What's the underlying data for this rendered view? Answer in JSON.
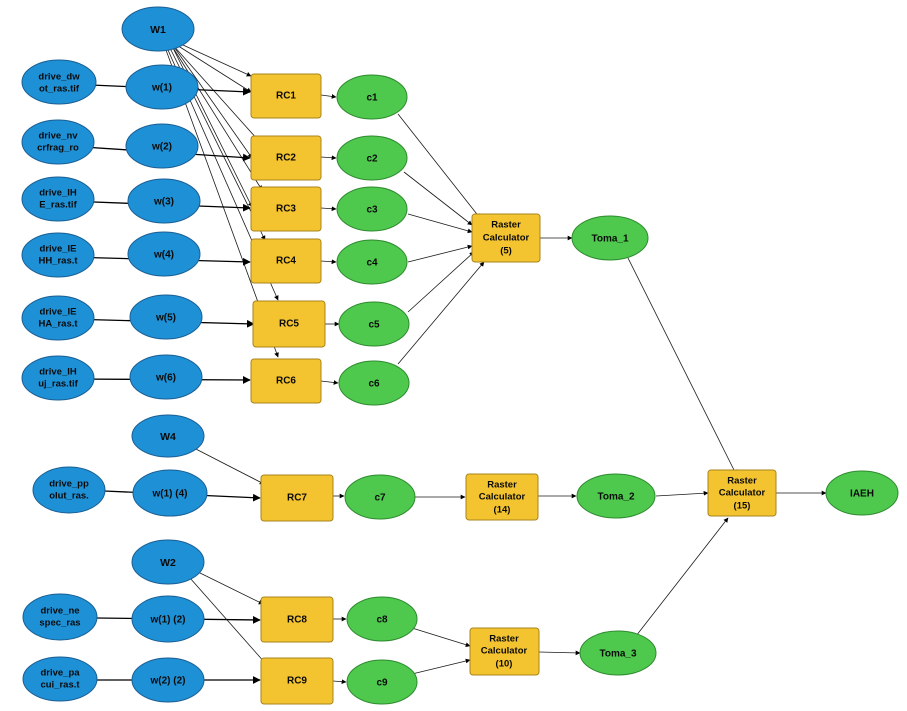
{
  "diagram": {
    "weights": {
      "W1": "W1",
      "W4": "W4",
      "W2": "W2"
    },
    "inputs": [
      [
        "drive_dw",
        "ot_ras.tif"
      ],
      [
        "drive_nv",
        "crfrag_ro"
      ],
      [
        "drive_IH",
        "E_ras.tif"
      ],
      [
        "drive_IE",
        "HH_ras.t"
      ],
      [
        "drive_IE",
        "HA_ras.t"
      ],
      [
        "drive_IH",
        "uj_ras.tif"
      ],
      [
        "drive_pp",
        "olut_ras."
      ],
      [
        "drive_ne",
        "spec_ras"
      ],
      [
        "drive_pa",
        "cui_ras.t"
      ]
    ],
    "weight_vars": [
      "w(1)",
      "w(2)",
      "w(3)",
      "w(4)",
      "w(5)",
      "w(6)",
      "w(1) (4)",
      "w(1) (2)",
      "w(2) (2)"
    ],
    "rc_tools": [
      "RC1",
      "RC2",
      "RC3",
      "RC4",
      "RC5",
      "RC6",
      "RC7",
      "RC8",
      "RC9"
    ],
    "c_outputs": [
      "c1",
      "c2",
      "c3",
      "c4",
      "c5",
      "c6",
      "c7",
      "c8",
      "c9"
    ],
    "raster_calcs": [
      [
        "Raster",
        "Calculator",
        "(5)"
      ],
      [
        "Raster",
        "Calculator",
        "(14)"
      ],
      [
        "Raster",
        "Calculator",
        "(10)"
      ],
      [
        "Raster",
        "Calculator",
        "(15)"
      ]
    ],
    "toma": [
      "Toma_1",
      "Toma_2",
      "Toma_3"
    ],
    "final": "IAEH",
    "colors": {
      "input_variable": "#1e90d6",
      "derived_data": "#4ec94e",
      "tool": "#f4c430"
    }
  }
}
